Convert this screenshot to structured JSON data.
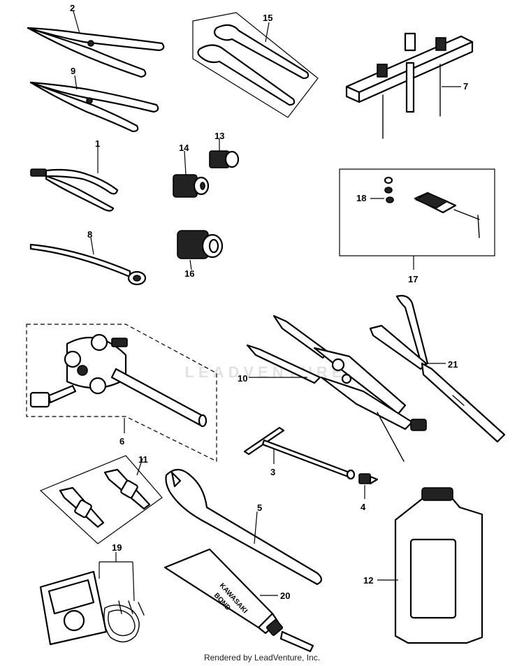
{
  "diagram": {
    "callouts": [
      "2",
      "9",
      "1",
      "8",
      "15",
      "14",
      "13",
      "16",
      "7",
      "18",
      "17",
      "10",
      "21",
      "6",
      "3",
      "4",
      "11",
      "5",
      "12",
      "19",
      "20"
    ],
    "tube_text": [
      "KAWASAKI",
      "BOND"
    ]
  },
  "watermark": "LEADVENTURE",
  "credit": "Rendered by LeadVenture, Inc."
}
